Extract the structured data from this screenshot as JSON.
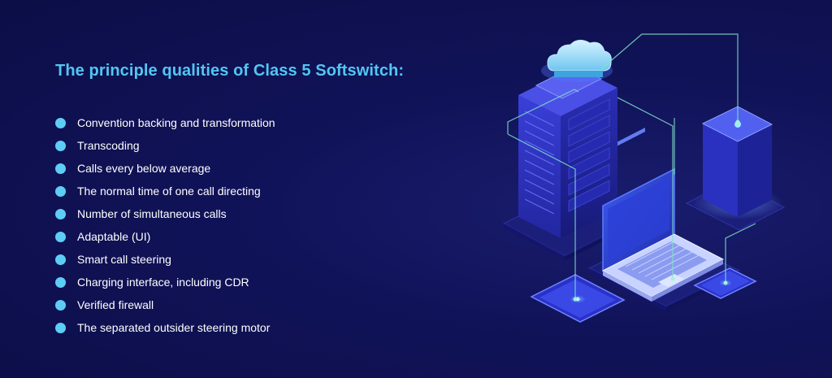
{
  "heading": "The principle qualities of Class 5 Softswitch:",
  "features": [
    "Convention backing and transformation",
    "Transcoding",
    "Calls every below average",
    "The normal time of one call directing",
    "Number of simultaneous calls",
    "Adaptable (UI)",
    "Smart call steering",
    "Charging interface, including CDR",
    "Verified firewall",
    "The separated outsider steering motor"
  ],
  "colors": {
    "background": "#0d0f4d",
    "heading": "#52c6f2",
    "bullet": "#5ecdf5",
    "text": "#ffffff",
    "accent_line": "#7fe3c9"
  },
  "illustration": {
    "icons": [
      "cloud-icon",
      "server-tower-icon",
      "server-rack-icon",
      "laptop-icon",
      "tablet-icon",
      "phone-icon"
    ]
  }
}
